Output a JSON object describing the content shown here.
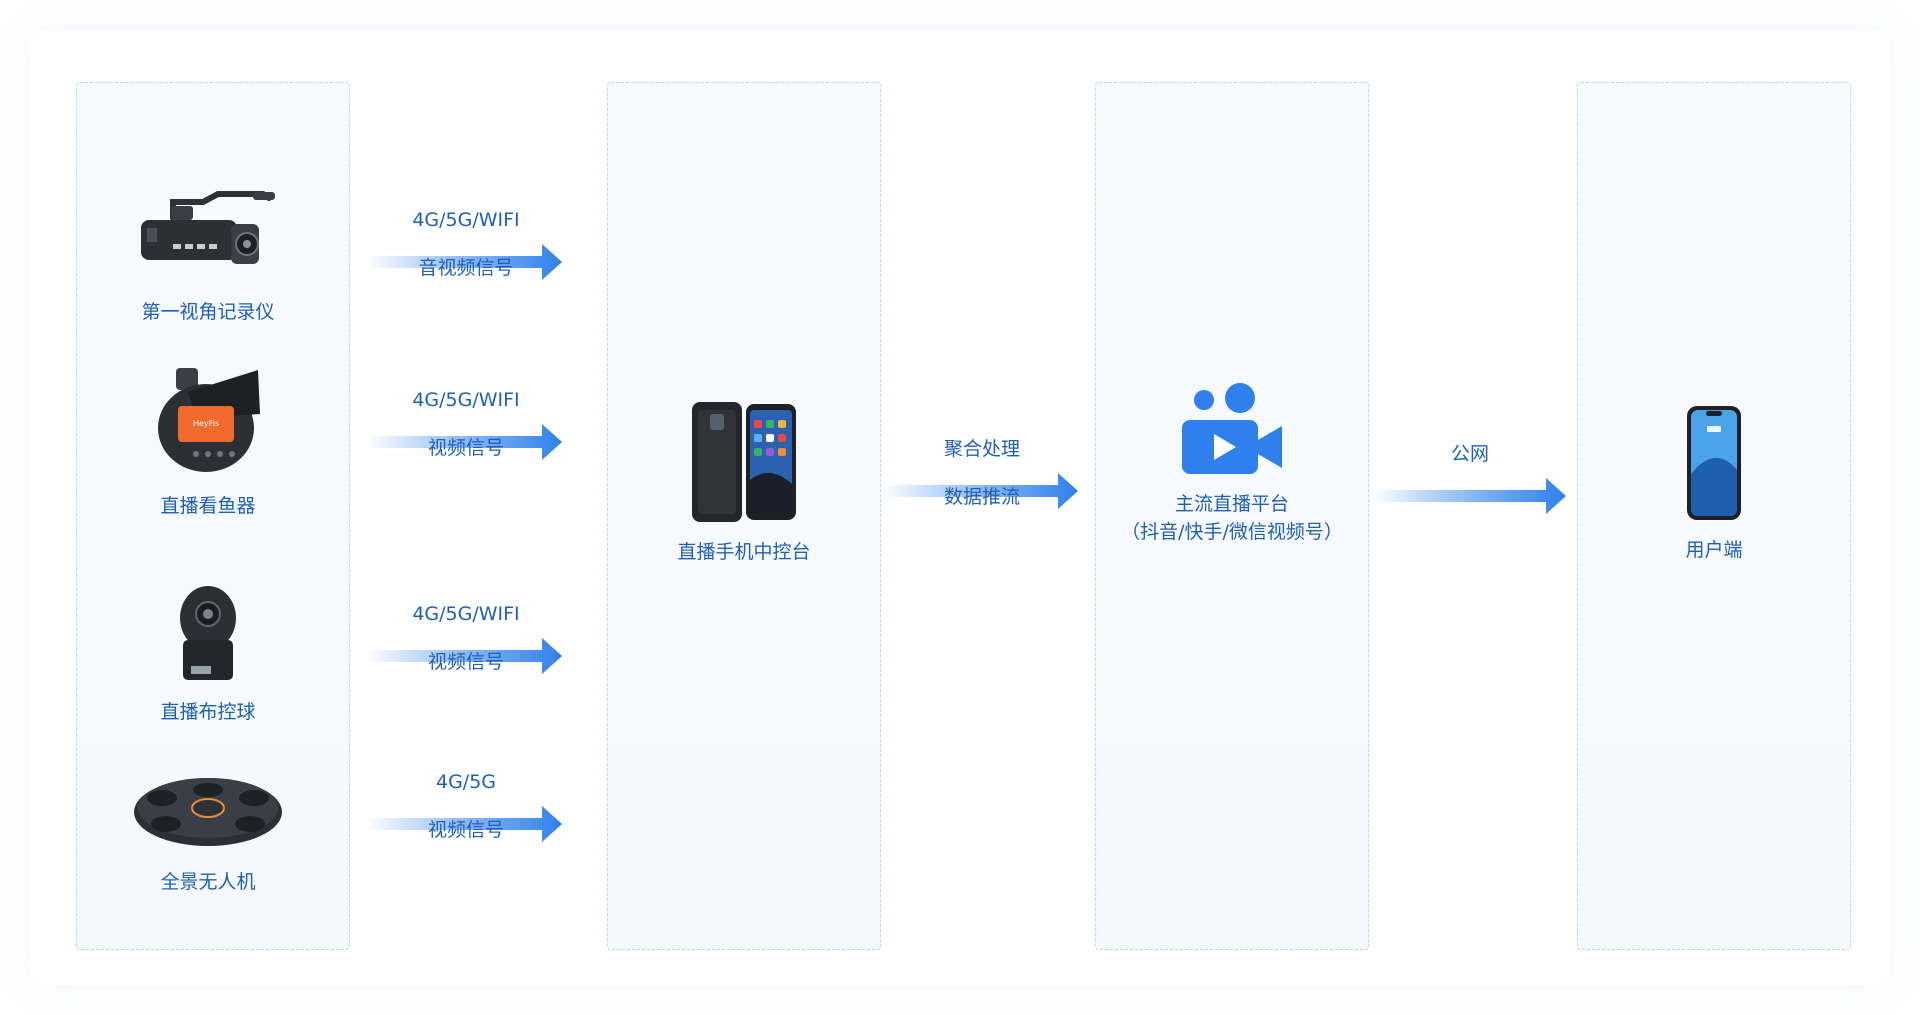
{
  "colors": {
    "accent": "#2f80ed",
    "text": "#1f5fb8",
    "panel_border": "#b9d6f2",
    "panel_fill": "#f6faff"
  },
  "sources": [
    {
      "label": "第一视角记录仪",
      "icon": "head-mounted-camera-icon"
    },
    {
      "label": "直播看鱼器",
      "icon": "fish-viewer-device-icon"
    },
    {
      "label": "直播布控球",
      "icon": "ptz-dome-camera-icon"
    },
    {
      "label": "全景无人机",
      "icon": "panoramic-drone-icon"
    }
  ],
  "source_links": [
    {
      "top": "4G/5G/WIFI",
      "bottom": "音视频信号"
    },
    {
      "top": "4G/5G/WIFI",
      "bottom": "视频信号"
    },
    {
      "top": "4G/5G/WIFI",
      "bottom": "视频信号"
    },
    {
      "top": "4G/5G",
      "bottom": "视频信号"
    }
  ],
  "control": {
    "label": "直播手机中控台",
    "icon": "rugged-phones-icon"
  },
  "control_link": {
    "top": "聚合处理",
    "bottom": "数据推流"
  },
  "platform": {
    "label": "主流直播平台",
    "sublabel": "（抖音/快手/微信视频号）",
    "icon": "video-camera-icon"
  },
  "platform_link": {
    "top": "公网",
    "bottom": ""
  },
  "user": {
    "label": "用户端",
    "icon": "smartphone-icon"
  }
}
